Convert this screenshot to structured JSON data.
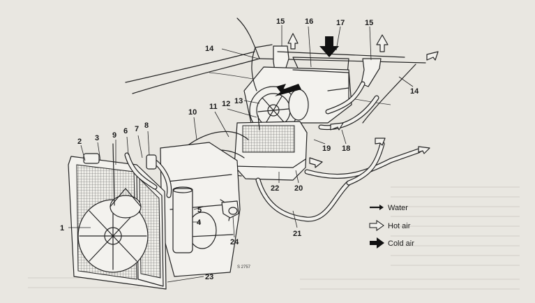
{
  "callouts": [
    {
      "id": "c1",
      "text": "1"
    },
    {
      "id": "c2",
      "text": "2"
    },
    {
      "id": "c3",
      "text": "3"
    },
    {
      "id": "c4",
      "text": "4"
    },
    {
      "id": "c5",
      "text": "5"
    },
    {
      "id": "c6",
      "text": "6"
    },
    {
      "id": "c7",
      "text": "7"
    },
    {
      "id": "c8",
      "text": "8"
    },
    {
      "id": "c9",
      "text": "9"
    },
    {
      "id": "c10",
      "text": "10"
    },
    {
      "id": "c11",
      "text": "11"
    },
    {
      "id": "c12",
      "text": "12"
    },
    {
      "id": "c13",
      "text": "13"
    },
    {
      "id": "c14a",
      "text": "14"
    },
    {
      "id": "c14b",
      "text": "14"
    },
    {
      "id": "c15a",
      "text": "15"
    },
    {
      "id": "c15b",
      "text": "15"
    },
    {
      "id": "c16",
      "text": "16"
    },
    {
      "id": "c17",
      "text": "17"
    },
    {
      "id": "c18",
      "text": "18"
    },
    {
      "id": "c19",
      "text": "19"
    },
    {
      "id": "c20",
      "text": "20"
    },
    {
      "id": "c21",
      "text": "21"
    },
    {
      "id": "c22",
      "text": "22"
    },
    {
      "id": "c23",
      "text": "23"
    },
    {
      "id": "c24",
      "text": "24"
    }
  ],
  "legend": {
    "water": "Water",
    "hot_air": "Hot air",
    "cold_air": "Cold air"
  },
  "figure_code": "S 2757"
}
